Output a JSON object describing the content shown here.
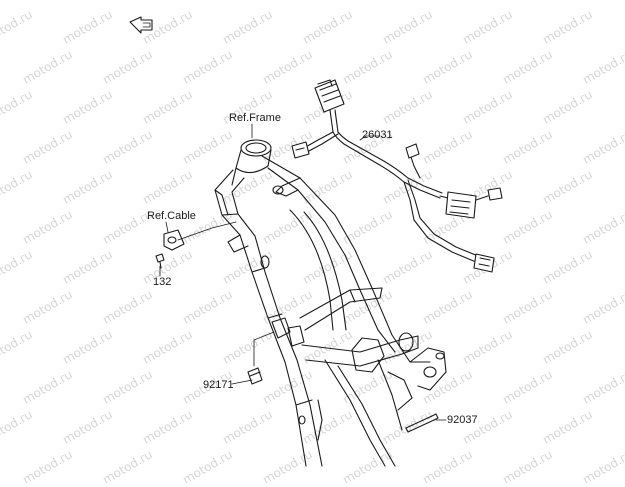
{
  "watermark_text": "motod.ru",
  "callouts": {
    "ref_frame": "Ref.Frame",
    "ref_cable": "Ref.Cable",
    "part_26031": "26031",
    "part_132": "132",
    "part_92171": "92171",
    "part_92037": "92037"
  },
  "icons": [
    "front-arrow-icon"
  ],
  "colors": {
    "line": "#1a1a1a",
    "watermark": "#d6d6d6",
    "background": "#ffffff"
  }
}
